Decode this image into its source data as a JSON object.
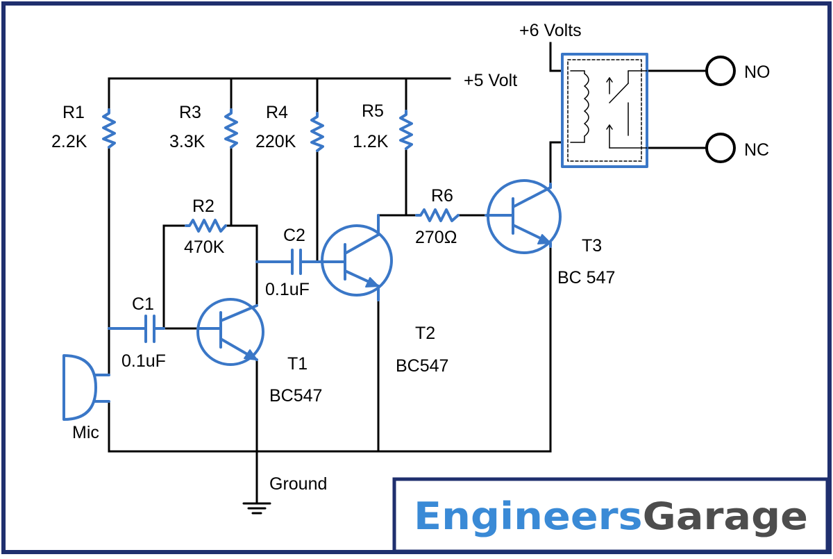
{
  "colors": {
    "wire": "#000000",
    "component": "#3a77c7",
    "frame": "#1f2f6e",
    "logo_blue": "#3a8ad6",
    "logo_gray": "#4d4d4d"
  },
  "supplies": {
    "vcc5": "+5 Volt",
    "vcc6": "+6 Volts",
    "ground": "Ground"
  },
  "relay": {
    "no": "NO",
    "nc": "NC"
  },
  "components": {
    "r1": {
      "name": "R1",
      "value": "2.2K"
    },
    "r2": {
      "name": "R2",
      "value": "470K"
    },
    "r3": {
      "name": "R3",
      "value": "3.3K"
    },
    "r4": {
      "name": "R4",
      "value": "220K"
    },
    "r5": {
      "name": "R5",
      "value": "1.2K"
    },
    "r6": {
      "name": "R6",
      "value": "270Ω"
    },
    "c1": {
      "name": "C1",
      "value": "0.1uF"
    },
    "c2": {
      "name": "C2",
      "value": "0.1uF"
    },
    "t1": {
      "name": "T1",
      "value": "BC547"
    },
    "t2": {
      "name": "T2",
      "value": "BC547"
    },
    "t3": {
      "name": "T3",
      "value": "BC 547"
    },
    "mic": {
      "name": "Mic"
    }
  },
  "logo": {
    "part1": "Engineers",
    "part2": "Garage"
  }
}
